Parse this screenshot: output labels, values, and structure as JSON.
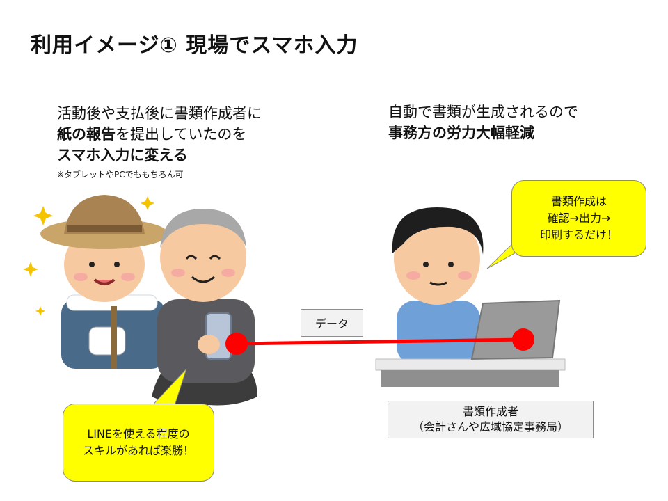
{
  "slide": {
    "title": "利用イメージ① 現場でスマホ入力",
    "left_text": {
      "line1": "活動後や支払後に書類作成者に",
      "line2_bold": "紙の報告",
      "line2_rest": "を提出していたのを",
      "line3": "スマホ入力に変える",
      "note": "※タブレットやPCでももちろん可"
    },
    "right_text": {
      "line1": "自動で書類が生成されるので",
      "line2": "事務方の労力大幅軽減"
    },
    "callout_top": {
      "line1": "書類作成は",
      "line2": "確認→出力→",
      "line3": "印刷するだけ！"
    },
    "callout_bottom": {
      "line1": "LINEを使える程度の",
      "line2": "スキルがあれば楽勝！"
    },
    "data_label": "データ",
    "creator_label": {
      "line1": "書類作成者",
      "line2": "（会計さんや広域協定事務局）"
    },
    "colors": {
      "callout": "#ffff00",
      "line": "#ff0000",
      "label_bg": "#f2f2f2"
    }
  }
}
